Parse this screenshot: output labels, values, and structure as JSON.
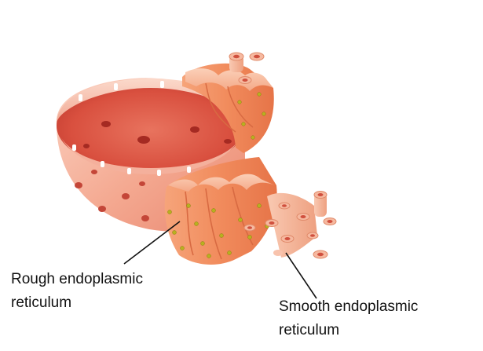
{
  "labels": {
    "rough_er": {
      "line1": "Rough endoplasmic",
      "line2": "reticulum"
    },
    "smooth_er": {
      "line1": "Smooth endoplasmic",
      "line2": "reticulum"
    }
  },
  "colors": {
    "nuclear_envelope_outer": "#f2a48c",
    "nuclear_envelope_inner": "#e05a48",
    "er_membrane": "#f08f63",
    "ribosome": "#b8b020",
    "leader_line": "#111111"
  }
}
